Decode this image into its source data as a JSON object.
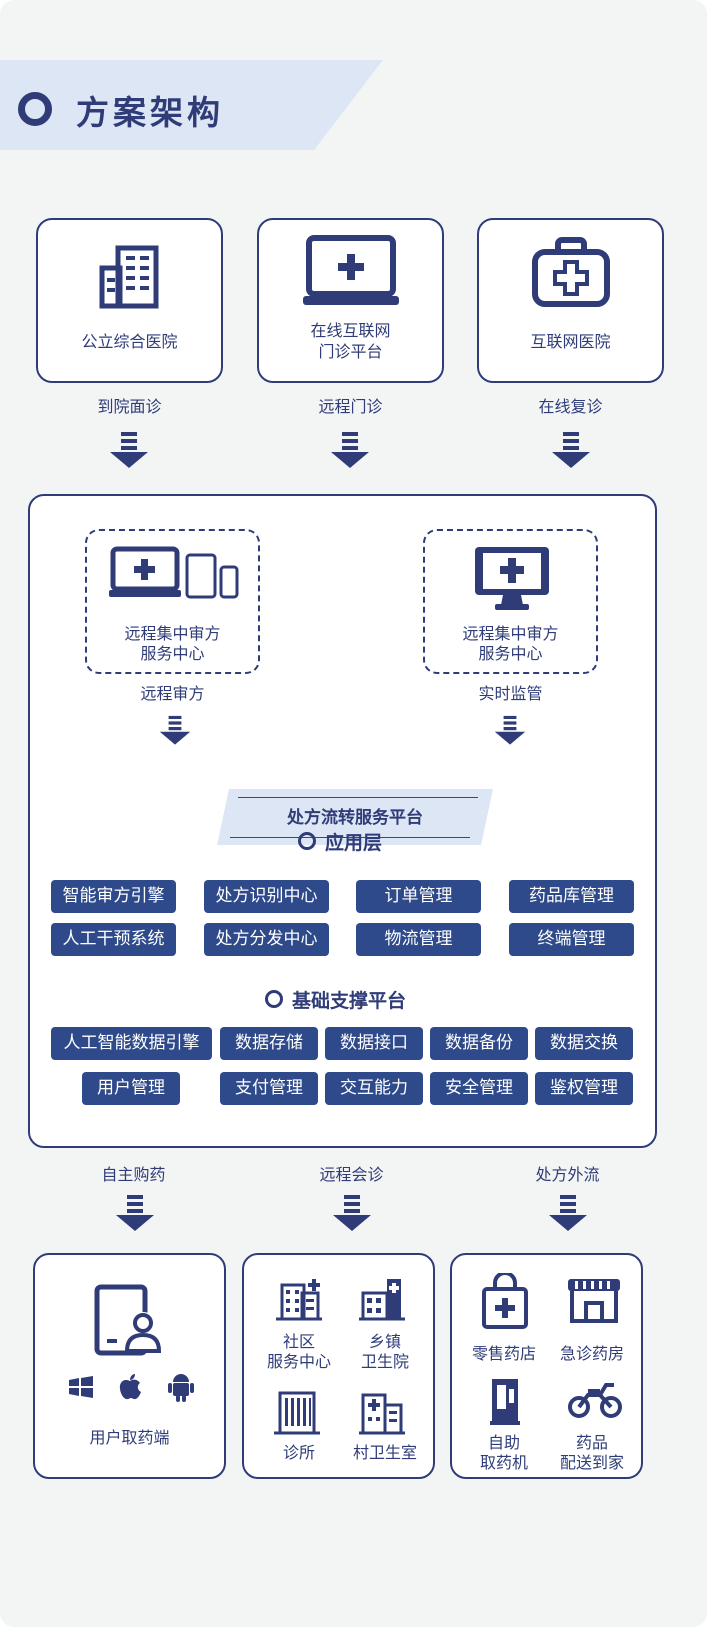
{
  "header": {
    "title": "方案架构"
  },
  "top_sources": [
    {
      "label": "公立综合医院",
      "icon": "hospital-building-icon",
      "flow": "到院面诊"
    },
    {
      "label_lines": [
        "在线互联网",
        "门诊平台"
      ],
      "icon": "laptop-medical-icon",
      "flow": "远程门诊"
    },
    {
      "label": "互联网医院",
      "icon": "medical-kit-icon",
      "flow": "在线复诊"
    }
  ],
  "review_centers": [
    {
      "label_lines": [
        "远程集中审方",
        "服务中心"
      ],
      "icon": "multi-device-icon",
      "flow": "远程审方"
    },
    {
      "label_lines": [
        "远程集中审方",
        "服务中心"
      ],
      "icon": "monitor-medical-icon",
      "flow": "实时监管"
    }
  ],
  "platform": {
    "title": "处方流转服务平台",
    "app_layer": {
      "title": "应用层",
      "items": [
        "智能审方引擎",
        "处方识别中心",
        "订单管理",
        "药品库管理",
        "人工干预系统",
        "处方分发中心",
        "物流管理",
        "终端管理"
      ]
    },
    "base_layer": {
      "title": "基础支撑平台",
      "items": [
        "人工智能数据引擎",
        "数据存储",
        "数据接口",
        "数据备份",
        "数据交换",
        "用户管理",
        "支付管理",
        "交互能力",
        "安全管理",
        "鉴权管理"
      ]
    }
  },
  "outlets": [
    {
      "flow": "自主购药",
      "items": [
        {
          "label": "用户取药端",
          "icon": "tablet-user-icon"
        }
      ]
    },
    {
      "flow": "远程会诊",
      "items": [
        {
          "label_lines": [
            "社区",
            "服务中心"
          ],
          "icon": "community-building-icon"
        },
        {
          "label_lines": [
            "乡镇",
            "卫生院"
          ],
          "icon": "clinic-building-icon"
        },
        {
          "label": "诊所",
          "icon": "office-building-icon"
        },
        {
          "label": "村卫生室",
          "icon": "village-clinic-icon"
        }
      ]
    },
    {
      "flow": "处方外流",
      "items": [
        {
          "label": "零售药店",
          "icon": "shopping-bag-medical-icon"
        },
        {
          "label": "急诊药房",
          "icon": "storefront-icon"
        },
        {
          "label_lines": [
            "自助",
            "取药机"
          ],
          "icon": "vending-machine-icon"
        },
        {
          "label_lines": [
            "药品",
            "配送到家"
          ],
          "icon": "motorcycle-icon"
        }
      ]
    }
  ],
  "colors": {
    "primary": "#2f3c78",
    "pill": "#2f4a8a",
    "banner": "#dde6f4",
    "background": "#f3f5f5"
  }
}
